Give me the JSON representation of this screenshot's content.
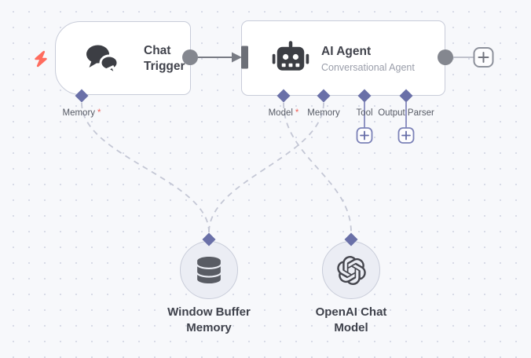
{
  "workflow": {
    "nodes": {
      "chat_trigger": {
        "title": "Chat Trigger",
        "icon": "chat-bubbles-icon",
        "trigger_badge_icon": "lightning-bolt-icon",
        "input_port": {
          "label": "Memory",
          "star": "*"
        }
      },
      "ai_agent": {
        "title": "AI Agent",
        "subtitle": "Conversational Agent",
        "icon": "robot-icon",
        "input_ports": [
          {
            "label": "Model",
            "star": "*"
          },
          {
            "label": "Memory",
            "star": ""
          },
          {
            "label": "Tool",
            "star": ""
          },
          {
            "label": "Output Parser",
            "star": ""
          }
        ]
      },
      "window_buffer_memory": {
        "label": "Window Buffer Memory",
        "icon": "database-icon"
      },
      "openai_chat_model": {
        "label": "OpenAI Chat Model",
        "icon": "openai-logo-icon"
      }
    },
    "connections": [
      {
        "from": "Chat Trigger (main output)",
        "to": "AI Agent (main input)",
        "style": "solid-arrow"
      },
      {
        "from": "Chat Trigger (Memory)",
        "to": "Window Buffer Memory",
        "style": "dashed"
      },
      {
        "from": "AI Agent (Model)",
        "to": "OpenAI Chat Model",
        "style": "dashed"
      },
      {
        "from": "AI Agent (Memory)",
        "to": "Window Buffer Memory",
        "style": "dashed"
      }
    ],
    "add_buttons": [
      "after-ai-agent",
      "under-tool-port",
      "under-output-parser-port"
    ]
  },
  "colors": {
    "canvas_bg": "#f7f8fb",
    "grid_dot": "#d8dbe7",
    "node_border": "#c8ccd9",
    "node_title": "#41434c",
    "node_subtitle": "#9a9eaa",
    "port_diamond": "#6a70a8",
    "dashed_connector": "#c4c7d5",
    "solid_connector": "#84878f",
    "indigo_connector": "#8488bd",
    "required_star": "#f0625a",
    "trigger_bolt": "#ff6c5e",
    "icon_dark": "#3c3e44",
    "subnode_fill": "#ebedf4"
  }
}
